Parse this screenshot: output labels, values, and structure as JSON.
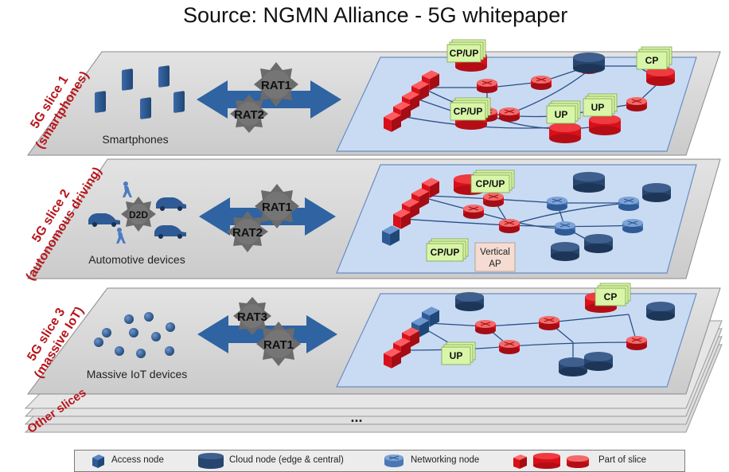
{
  "source_caption": "Source: NGMN Alliance - 5G whitepaper",
  "slices": [
    {
      "title": "5G slice 1",
      "subtitle": "(smartphones)",
      "device_label": "Smartphones",
      "rats": [
        "RAT1",
        "RAT2"
      ],
      "core_labels": [
        "CP/UP",
        "CP",
        "CP/UP",
        "UP",
        "UP"
      ]
    },
    {
      "title": "5G slice 2",
      "subtitle": "(autonomous driving)",
      "device_label": "Automotive devices",
      "d2d_label": "D2D",
      "rats": [
        "RAT1",
        "RAT2"
      ],
      "core_labels": [
        "CP/UP",
        "CP/UP"
      ],
      "vertical_ap": [
        "Vertical",
        "AP"
      ]
    },
    {
      "title": "5G slice 3",
      "subtitle": "(massive IoT)",
      "device_label": "Massive IoT devices",
      "rats": [
        "RAT3",
        "RAT1"
      ],
      "core_labels": [
        "CP",
        "UP"
      ]
    }
  ],
  "other_slices_label": "Other slices",
  "ellipsis": "...",
  "legend": {
    "access_node": "Access node",
    "cloud_node": "Cloud node (edge & central)",
    "networking_node": "Networking node",
    "part_of_slice": "Part of slice"
  },
  "colors": {
    "slice_red": "#d8101a",
    "access_blue": "#2e5a95",
    "cloud_navy": "#27466f",
    "network_blue": "#5a85c0",
    "core_panel": "#c9dbf3",
    "label_green": "#d8f5a8",
    "title_red": "#b8151b",
    "arrow_blue": "#2f63a2",
    "gear_gray": "#6b6b6b"
  }
}
